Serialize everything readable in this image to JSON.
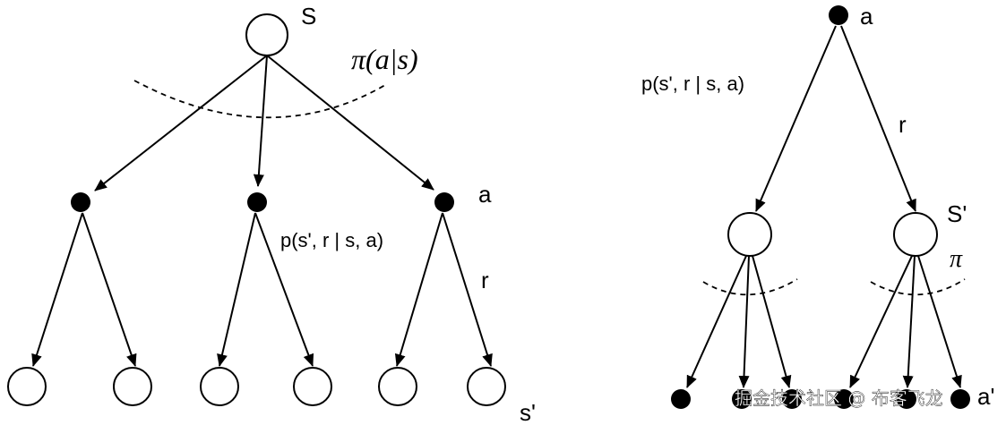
{
  "left_tree": {
    "root_label": "S",
    "policy_label": "π(a|s)",
    "action_label": "a",
    "transition_label": "p(s', r | s, a)",
    "reward_label": "r",
    "leaf_label": "s'"
  },
  "right_tree": {
    "root_label": "a",
    "transition_label": "p(s', r | s, a)",
    "reward_label": "r",
    "state_label": "S'",
    "policy_label": "π",
    "leaf_label": "a'"
  },
  "watermark": "掘金技术社区 @ 布客飞龙",
  "colors": {
    "ink": "#000000",
    "background": "#ffffff",
    "watermark": "#ffffff"
  }
}
